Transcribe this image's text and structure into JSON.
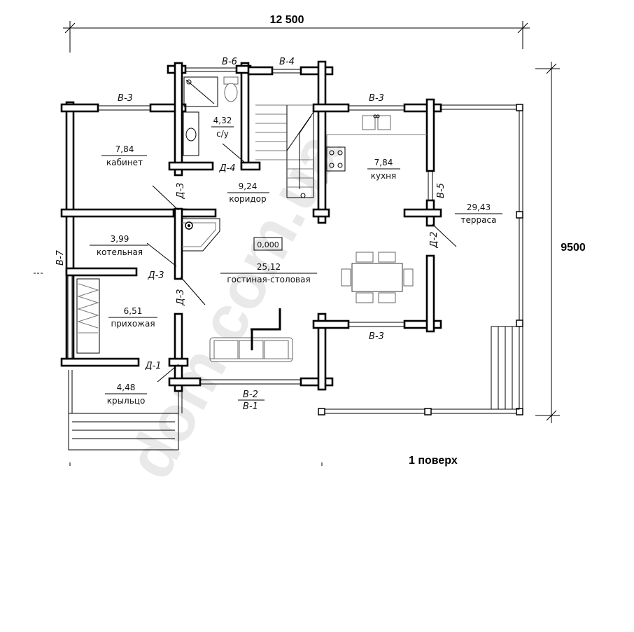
{
  "dimensions": {
    "width": "12 500",
    "height": "9500"
  },
  "floor_label": "1  поверх",
  "watermark": "dom.com.ua",
  "level_mark": "0,000",
  "rooms": [
    {
      "id": "kabinet",
      "area": "7,84",
      "name": "кабинет"
    },
    {
      "id": "su",
      "area": "4,32",
      "name": "с/у"
    },
    {
      "id": "koridor",
      "area": "9,24",
      "name": "коридор"
    },
    {
      "id": "kuhnya",
      "area": "7,84",
      "name": "кухня"
    },
    {
      "id": "terrasa",
      "area": "29,43",
      "name": "терраса"
    },
    {
      "id": "kotelnaya",
      "area": "3,99",
      "name": "котельная"
    },
    {
      "id": "gostinaya",
      "area": "25,12",
      "name": "гостиная-столовая"
    },
    {
      "id": "prihozhaya",
      "area": "6,51",
      "name": "прихожая"
    },
    {
      "id": "krylco",
      "area": "4,48",
      "name": "крыльцо"
    }
  ],
  "windows": {
    "v6": "В-6",
    "v4": "В-4",
    "v3_cabinet": "В-3",
    "v3_kitchen": "В-3",
    "v5": "В-5",
    "v7": "В-7",
    "v3_lower": "В-3",
    "v2": "В-2",
    "v1": "В-1"
  },
  "doors": {
    "d4": "Д-4",
    "d3_corridor": "Д-3",
    "d3_boiler": "Д-3",
    "d3_hall": "Д-3",
    "d2": "Д-2",
    "d1": "Д-1"
  }
}
